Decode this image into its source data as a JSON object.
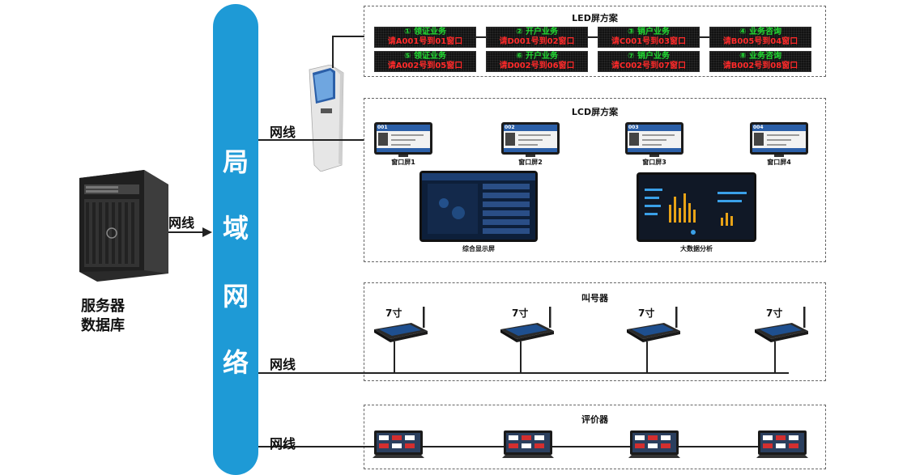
{
  "server": {
    "line1": "服务器",
    "line2": "数据库",
    "link_label": "网线"
  },
  "lan": {
    "chars": [
      "局",
      "域",
      "网",
      "络"
    ]
  },
  "links": {
    "lcd": "网线",
    "caller": "网线",
    "evaluator": "网线"
  },
  "led_group": {
    "title": "LED屏方案",
    "panels": [
      {
        "top": "① 领证业务",
        "bottom": "请A001号到01窗口"
      },
      {
        "top": "② 开户业务",
        "bottom": "请D001号到02窗口"
      },
      {
        "top": "③ 销户业务",
        "bottom": "请C001号到03窗口"
      },
      {
        "top": "④ 业务咨询",
        "bottom": "请B005号到04窗口"
      },
      {
        "top": "⑤ 领证业务",
        "bottom": "请A002号到05窗口"
      },
      {
        "top": "⑥ 开户业务",
        "bottom": "请D002号到06窗口"
      },
      {
        "top": "⑦ 销户业务",
        "bottom": "请C002号到07窗口"
      },
      {
        "top": "⑧ 业务咨询",
        "bottom": "请B002号到08窗口"
      }
    ]
  },
  "lcd_group": {
    "title": "LCD屏方案",
    "window_screens": [
      {
        "number": "001",
        "caption": "窗口屏1"
      },
      {
        "number": "002",
        "caption": "窗口屏2"
      },
      {
        "number": "003",
        "caption": "窗口屏3"
      },
      {
        "number": "004",
        "caption": "窗口屏4"
      }
    ],
    "big_displays": [
      {
        "caption": "综合显示屏"
      },
      {
        "caption": "大数据分析"
      }
    ]
  },
  "caller_group": {
    "title": "叫号器",
    "devices": [
      {
        "size": "7寸"
      },
      {
        "size": "7寸"
      },
      {
        "size": "7寸"
      },
      {
        "size": "7寸"
      }
    ]
  },
  "evaluator_group": {
    "title": "评价器"
  },
  "colors": {
    "lan": "#1e9ad6",
    "led_green": "#22dd33",
    "led_red": "#ff2a2a",
    "screen_blue": "#2b5fa8"
  }
}
